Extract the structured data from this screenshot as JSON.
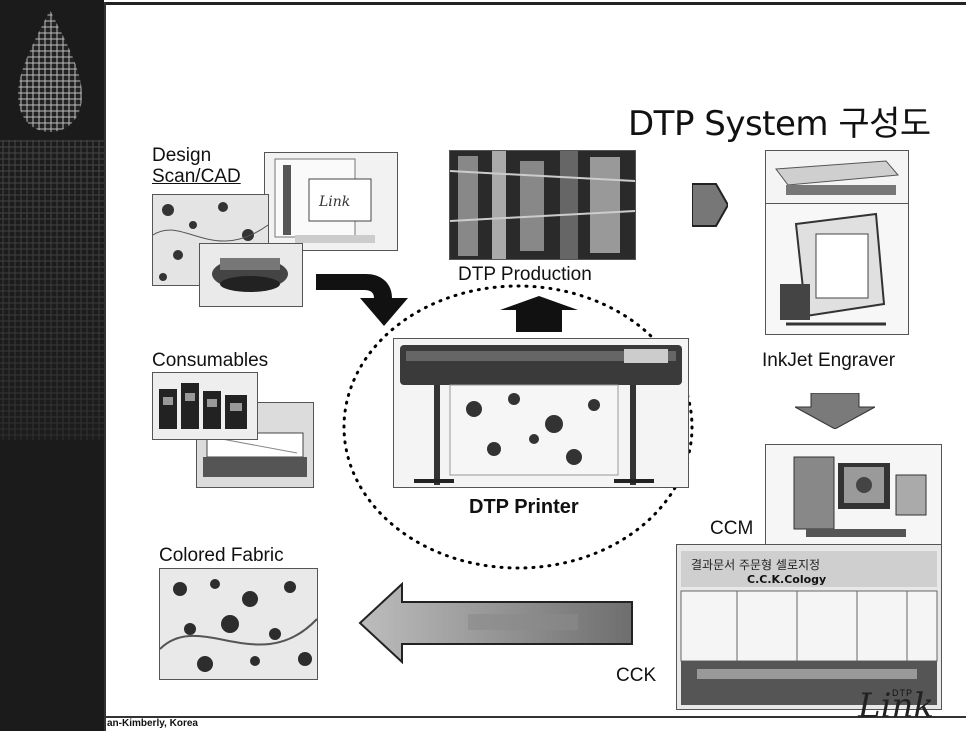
{
  "slide": {
    "title": "DTP System 구성도",
    "footer_left": "an-Kimberly, Korea",
    "logo_text": "Link",
    "logo_superscript": "DTP"
  },
  "nodes": {
    "design": {
      "line1": "Design",
      "line2": "Scan/CAD"
    },
    "dtp_production": "DTP Production",
    "consumables": "Consumables",
    "inkjet_engraver": "InkJet Engraver",
    "dtp_printer": "DTP Printer",
    "ccm": "CCM",
    "ccm_screen_text": "C.C.K.Cology",
    "ccm_banner_text": "결과문서 주문형 셀로지정",
    "colored_fabric": "Colored Fabric",
    "ccx": "CCK"
  },
  "colors": {
    "sidebar": "#1b1b1b",
    "arrow_dark": "#111111",
    "arrow_gray": "#7a7a7a",
    "ellipse": "#000000"
  }
}
